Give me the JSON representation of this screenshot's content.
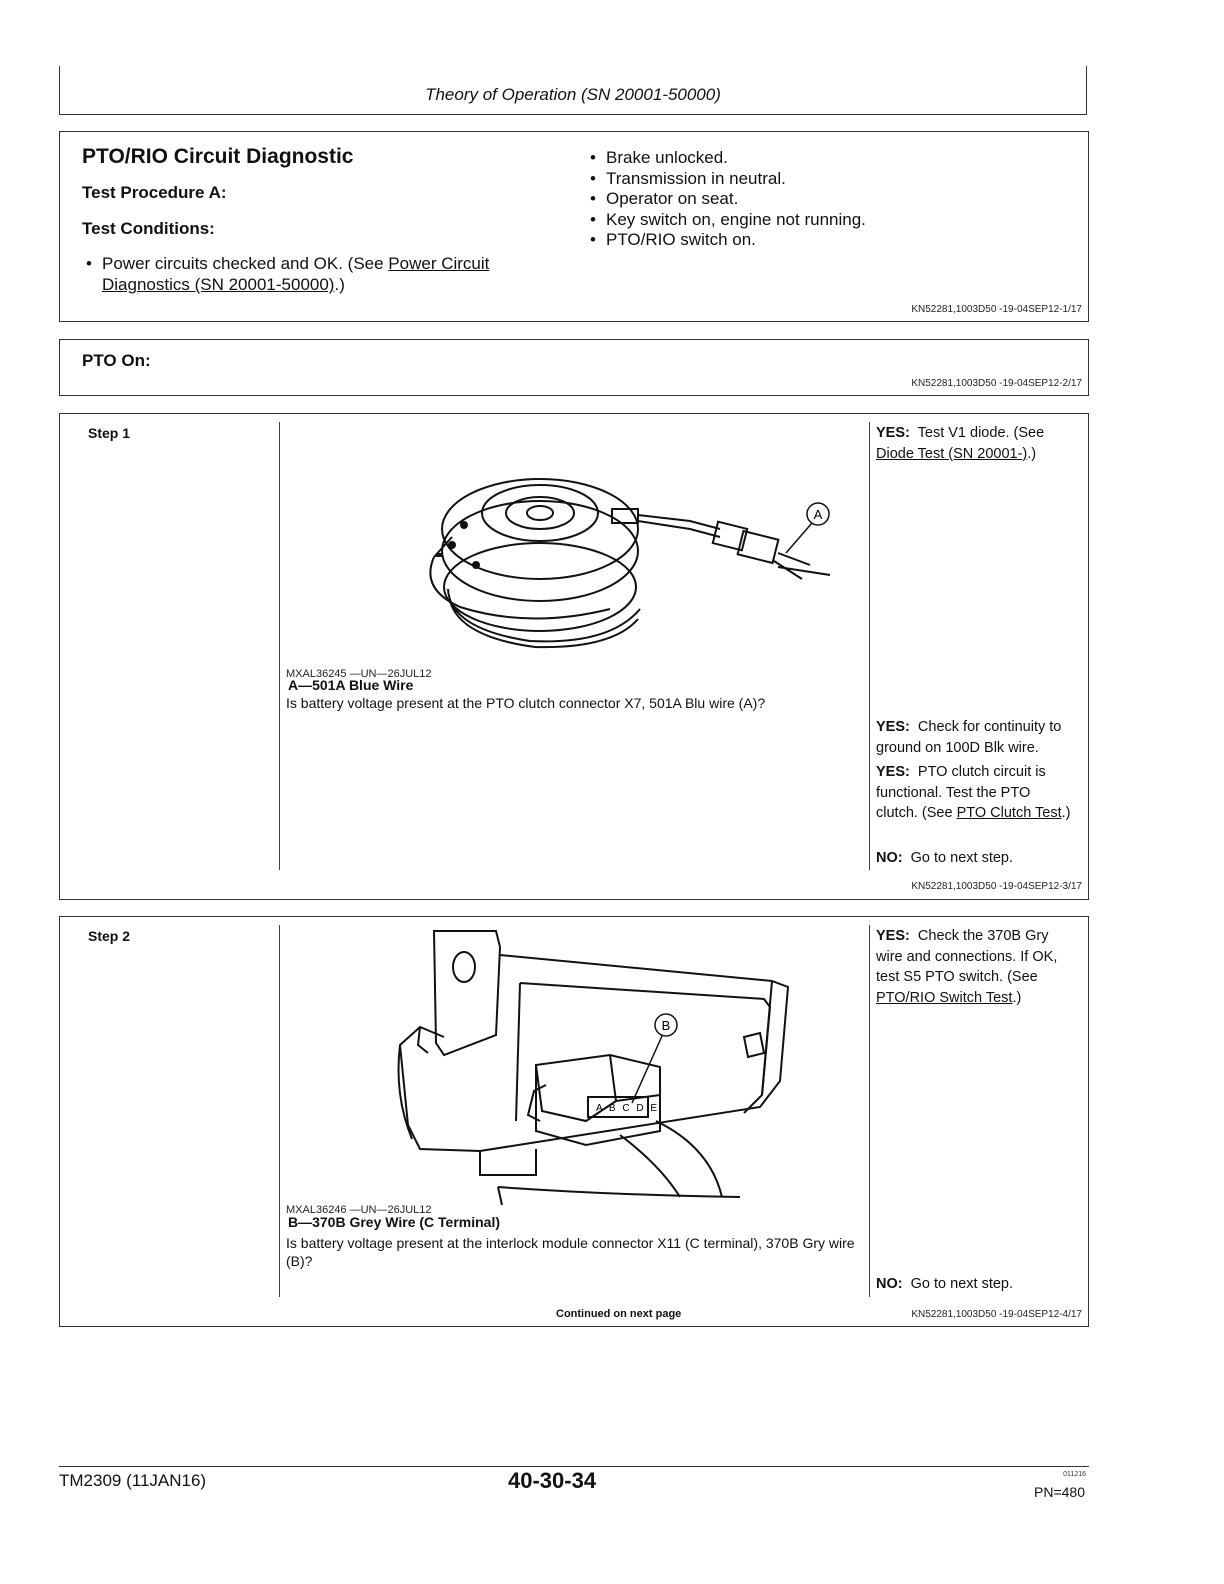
{
  "header": {
    "title": "Theory of Operation (SN 20001-50000)"
  },
  "section1": {
    "title": "PTO/RIO Circuit Diagnostic",
    "procedure": "Test Procedure A:",
    "conditions_label": "Test Conditions:",
    "left_bullet_prefix": "Power circuits checked and OK. (See ",
    "left_bullet_link": "Power Circuit Diagnostics (SN 20001-50000)",
    "left_bullet_suffix": ".)",
    "right_bullets": [
      "Brake unlocked.",
      "Transmission in neutral.",
      "Operator on seat.",
      "Key switch on, engine not running.",
      "PTO/RIO switch on."
    ],
    "ref": "KN52281,1003D50 -19-04SEP12-1/17"
  },
  "section2": {
    "title": "PTO On:",
    "ref": "KN52281,1003D50 -19-04SEP12-2/17"
  },
  "step1": {
    "label": "Step 1",
    "image_id": "MXAL36245 —UN—26JUL12",
    "callout": "A",
    "caption": "A—501A Blue Wire",
    "question": "Is battery voltage present at the PTO clutch connector X7, 501A Blu wire (A)?",
    "yes1_label": "YES:",
    "yes1_text": "Test V1 diode. (See ",
    "yes1_link": "Diode Test (SN 20001-)",
    "yes1_suffix": ".)",
    "yes2_label": "YES:",
    "yes2_text": "Check for continuity to ground on 100D Blk wire.",
    "yes3_label": "YES:",
    "yes3_text": "PTO clutch circuit is functional. Test the PTO clutch. (See ",
    "yes3_link": "PTO Clutch Test",
    "yes3_suffix": ".)",
    "no_label": "NO:",
    "no_text": "Go to next step.",
    "ref": "KN52281,1003D50 -19-04SEP12-3/17"
  },
  "step2": {
    "label": "Step 2",
    "image_id": "MXAL36246 —UN—26JUL12",
    "callout": "B",
    "connector_letters": "A B C D E",
    "caption": "B—370B Grey Wire (C Terminal)",
    "question": "Is battery voltage present at the interlock module connector X11 (C terminal), 370B Gry wire (B)?",
    "yes_label": "YES:",
    "yes_text": "Check the 370B Gry wire and connections. If OK, test S5 PTO switch. (See ",
    "yes_link": "PTO/RIO Switch Test",
    "yes_suffix": ".)",
    "no_label": "NO:",
    "no_text": "Go to next step.",
    "continued": "Continued on next page",
    "ref": "KN52281,1003D50 -19-04SEP12-4/17"
  },
  "footer": {
    "doc": "TM2309 (11JAN16)",
    "page": "40-30-34",
    "code": "011216",
    "pn": "PN=480"
  }
}
